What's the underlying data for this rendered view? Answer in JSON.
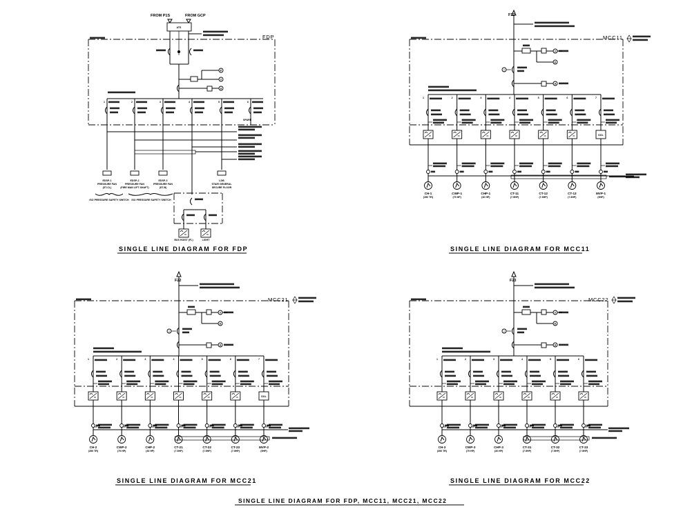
{
  "sheet_title": "SINGLE LINE DIAGRAM FOR FDP, MCC11, MCC21, MCC22",
  "diagrams": {
    "fdp": {
      "title": "SINGLE LINE DIAGRAM FOR FDP",
      "panel_tag": "FDP",
      "sources": [
        "FROM P1S",
        "FROM GCP"
      ],
      "transfer_switch_label": "ATS",
      "loads": [
        {
          "tag": "EDSP-1",
          "desc": "PRESSURE FAN",
          "note": "(ST-CL)"
        },
        {
          "tag": "EDSP-2",
          "desc": "PRESSURE FAN",
          "note": "(FIRE MAN LIFT SHAFT)"
        },
        {
          "tag": "EDSP-3",
          "desc": "PRESSURE FAN",
          "note": "(ST-B)"
        },
        {
          "tag": "LDB",
          "desc": "STAIR GENERAL",
          "note": "SECURE FLOOR"
        }
      ],
      "bracket_notes": [
        "ISO PRESSURE SAFETY SWITCH",
        "ISO PRESSURE SAFETY SWITCH"
      ],
      "sub_loads": [
        "BUS HOIST (FL)",
        "LIGHT"
      ],
      "spare_label": "SPARE"
    },
    "mcc11": {
      "title": "SINGLE LINE DIAGRAM FOR MCC11",
      "panel_tag": "MCC11",
      "feeder": "F12",
      "motors": [
        {
          "tag": "CH-1",
          "rating": "(350 TR)",
          "starter": "VFD"
        },
        {
          "tag": "CWP-1",
          "rating": "(75 HP)",
          "starter": "VFD"
        },
        {
          "tag": "CHP-1",
          "rating": "(30 HP)",
          "starter": "VFD"
        },
        {
          "tag": "CT-11",
          "rating": "(7.5HP)",
          "starter": "VFD"
        },
        {
          "tag": "CT-12",
          "rating": "(7.5HP)",
          "starter": "VFD"
        },
        {
          "tag": "CT-13",
          "rating": "(7.5HP)",
          "starter": "VFD"
        },
        {
          "tag": "MVP-1",
          "rating": "(5HP)",
          "starter": "DOL"
        }
      ]
    },
    "mcc21": {
      "title": "SINGLE LINE DIAGRAM FOR MCC21",
      "panel_tag": "MCC21",
      "feeder": "F22",
      "motors": [
        {
          "tag": "CH-2",
          "rating": "(350 TR)",
          "starter": "VFD"
        },
        {
          "tag": "CWP-2",
          "rating": "(75 HP)",
          "starter": "VFD"
        },
        {
          "tag": "CHP-2",
          "rating": "(30 HP)",
          "starter": "VFD"
        },
        {
          "tag": "CT-21",
          "rating": "(7.5HP)",
          "starter": "VFD"
        },
        {
          "tag": "CT-22",
          "rating": "(7.5HP)",
          "starter": "VFD"
        },
        {
          "tag": "CT-23",
          "rating": "(7.5HP)",
          "starter": "VFD"
        },
        {
          "tag": "MVP-2",
          "rating": "(5HP)",
          "starter": "DOL"
        }
      ]
    },
    "mcc22": {
      "title": "SINGLE LINE DIAGRAM FOR MCC22",
      "panel_tag": "MCC22",
      "feeder": "F23",
      "motors": [
        {
          "tag": "CH-3",
          "rating": "(350 TR)",
          "starter": "VFD"
        },
        {
          "tag": "CWP-3",
          "rating": "(75 HP)",
          "starter": "VFD"
        },
        {
          "tag": "CHP-3",
          "rating": "(30 HP)",
          "starter": "VFD"
        },
        {
          "tag": "CT-31",
          "rating": "(7.5HP)",
          "starter": "VFD"
        },
        {
          "tag": "CT-32",
          "rating": "(7.5HP)",
          "starter": "VFD"
        },
        {
          "tag": "CT-33",
          "rating": "(7.5HP)",
          "starter": "VFD"
        }
      ]
    }
  },
  "symbols": {
    "vfd": "VFD",
    "dol": "DOL",
    "voltmeter": "V",
    "ammeter": "A",
    "motor": "M"
  }
}
